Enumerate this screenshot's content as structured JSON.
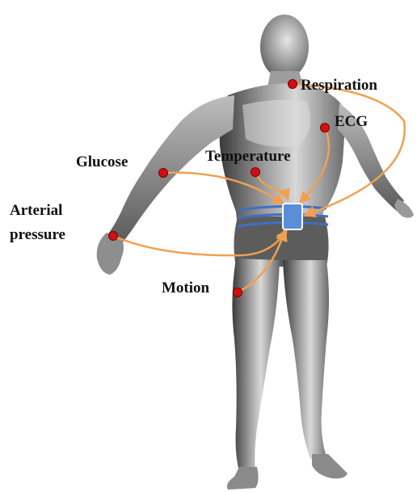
{
  "diagram": {
    "labels": {
      "respiration": "Respiration",
      "ecg": "ECG",
      "temperature": "Temperature",
      "glucose": "Glucose",
      "arterial_line1": "Arterial",
      "arterial_line2": "pressure",
      "motion": "Motion"
    },
    "colors": {
      "arrow": "#F0A050",
      "sensor": "#D01010",
      "hub": "#5A8FD8",
      "belt": "#3E6FC4",
      "body_light": "#C9C9C9",
      "body_dark": "#3C3C3C"
    }
  }
}
